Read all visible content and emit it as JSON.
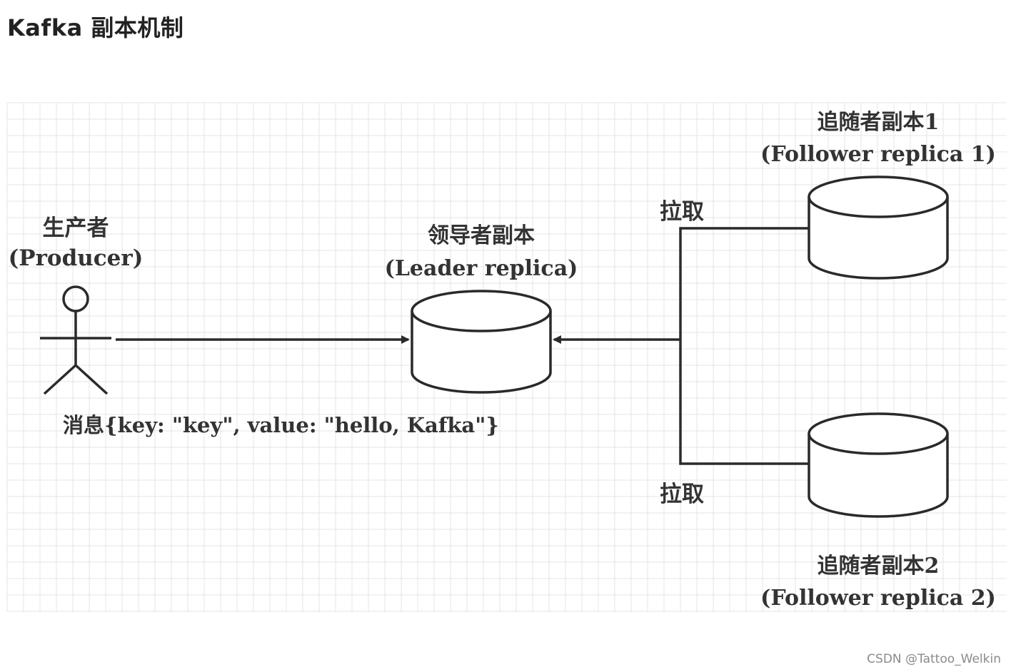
{
  "page": {
    "title": "Kafka 副本机制",
    "watermark": "CSDN @Tattoo_Welkin"
  },
  "diagram": {
    "producer": {
      "label_cn": "生产者",
      "label_en": "(Producer)",
      "icon": "stick-figure-icon"
    },
    "leader": {
      "label_cn": "领导者副本",
      "label_en": "(Leader replica)",
      "icon": "cylinder-icon"
    },
    "follower1": {
      "label_cn": "追随者副本1",
      "label_en": "(Follower replica 1)",
      "icon": "cylinder-icon"
    },
    "follower2": {
      "label_cn": "追随者副本2",
      "label_en": "(Follower replica 2)",
      "icon": "cylinder-icon"
    },
    "message_label": "消息{key: \"key\", value: \"hello, Kafka\"}",
    "pull_label_top": "拉取",
    "pull_label_bottom": "拉取",
    "colors": {
      "stroke": "#2a2a2a",
      "grid": "#e4e4e4",
      "text": "#333333"
    }
  }
}
